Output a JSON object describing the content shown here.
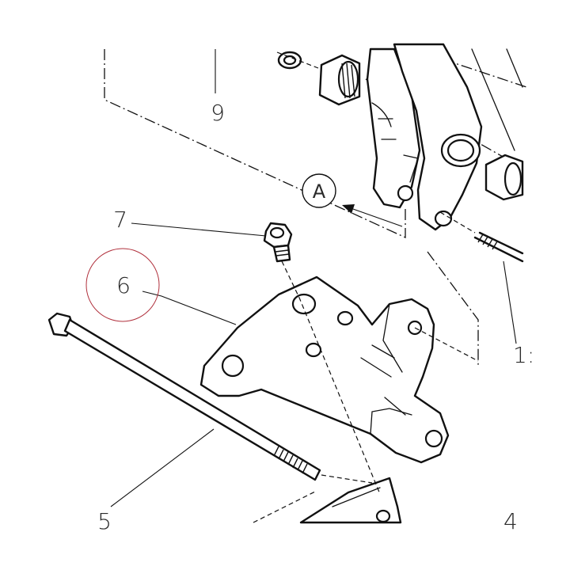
{
  "diagram": {
    "callouts": [
      {
        "id": "9",
        "label": "9"
      },
      {
        "id": "7",
        "label": "7"
      },
      {
        "id": "6",
        "label": "6"
      },
      {
        "id": "5",
        "label": "5"
      },
      {
        "id": "13",
        "label": "1:"
      },
      {
        "id": "4",
        "label": "4"
      }
    ],
    "view_marker": "A",
    "highlight_color": "#b0303c",
    "line_color": "#111111"
  }
}
